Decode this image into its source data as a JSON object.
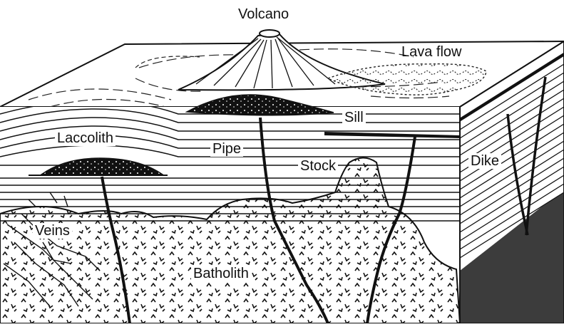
{
  "labels": {
    "volcano": "Volcano",
    "lava_flow": "Lava flow",
    "sill": "Sill",
    "laccolith": "Laccolith",
    "pipe": "Pipe",
    "stock": "Stock",
    "dike": "Dike",
    "veins": "Veins",
    "batholith": "Batholith"
  }
}
